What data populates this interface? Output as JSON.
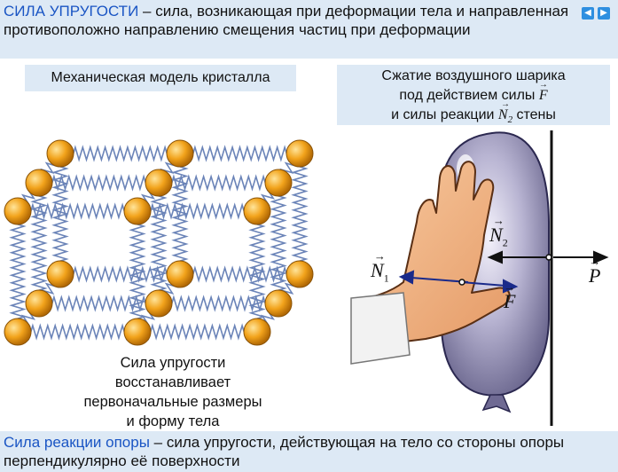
{
  "header": {
    "term": "СИЛА УПРУГОСТИ",
    "definition": " – сила, возникающая при деформации тела и направленная противоположно направлению смещения частиц при деформации"
  },
  "left_caption": "Механическая модель кристалла",
  "right_caption": {
    "line1": "Сжатие воздушного шарика",
    "line2_prefix": "под действием силы ",
    "line3_prefix": "и силы реакции ",
    "line3_suffix": " стены"
  },
  "description": {
    "line1": "Сила упругости",
    "line2": "восстанавливает",
    "line3": "первоначальные размеры",
    "line4": "и форму тела"
  },
  "vectors": {
    "F": "F",
    "N": "N",
    "N1_sub": "1",
    "N2_sub": "2",
    "P": "P",
    "arrow": "→"
  },
  "footer": {
    "term": "Сила реакции опоры",
    "definition": " – сила упругости, действующая на тело со стороны опоры перпендикулярно её поверхности"
  },
  "nav": {
    "prev": "◀",
    "next": "▶"
  },
  "colors": {
    "banner": "#dde9f5",
    "term": "#1a55c4",
    "spring": "#6b84b8",
    "atom": "#f2a31b",
    "balloon": "#8a86ad",
    "hand": "#f4b88a",
    "arrow": "#1a2a8a"
  }
}
